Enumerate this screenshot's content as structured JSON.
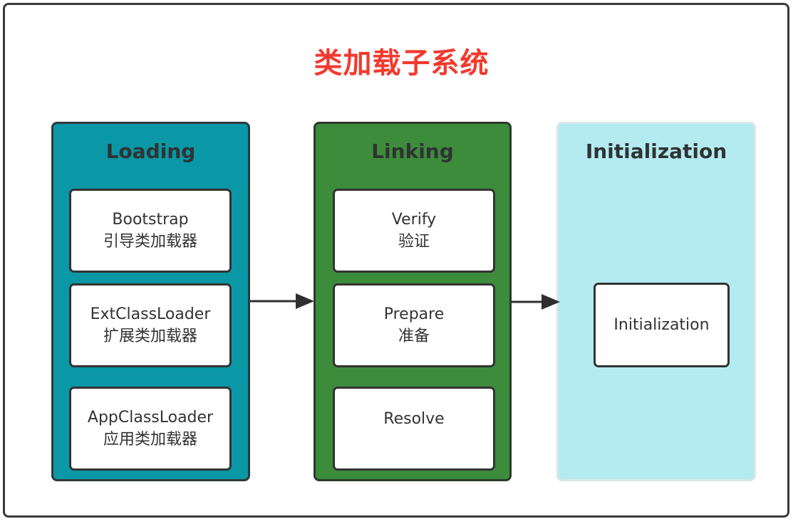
{
  "title": "类加载子系统",
  "panels": {
    "loading": {
      "title": "Loading",
      "items": [
        {
          "en": "Bootstrap",
          "zh": "引导类加载器"
        },
        {
          "en": "ExtClassLoader",
          "zh": "扩展类加载器"
        },
        {
          "en": "AppClassLoader",
          "zh": "应用类加载器"
        }
      ]
    },
    "linking": {
      "title": "Linking",
      "items": [
        {
          "en": "Verify",
          "zh": "验证"
        },
        {
          "en": "Prepare",
          "zh": "准备"
        },
        {
          "en": "Resolve"
        }
      ]
    },
    "initialization": {
      "title": "Initialization",
      "items": [
        {
          "en": "Initialization"
        }
      ]
    }
  },
  "colors": {
    "title": "#f23a2e",
    "loading_panel": "#0a97a6",
    "linking_panel": "#3d8c3c",
    "initialization_panel": "#b4ebf1"
  }
}
